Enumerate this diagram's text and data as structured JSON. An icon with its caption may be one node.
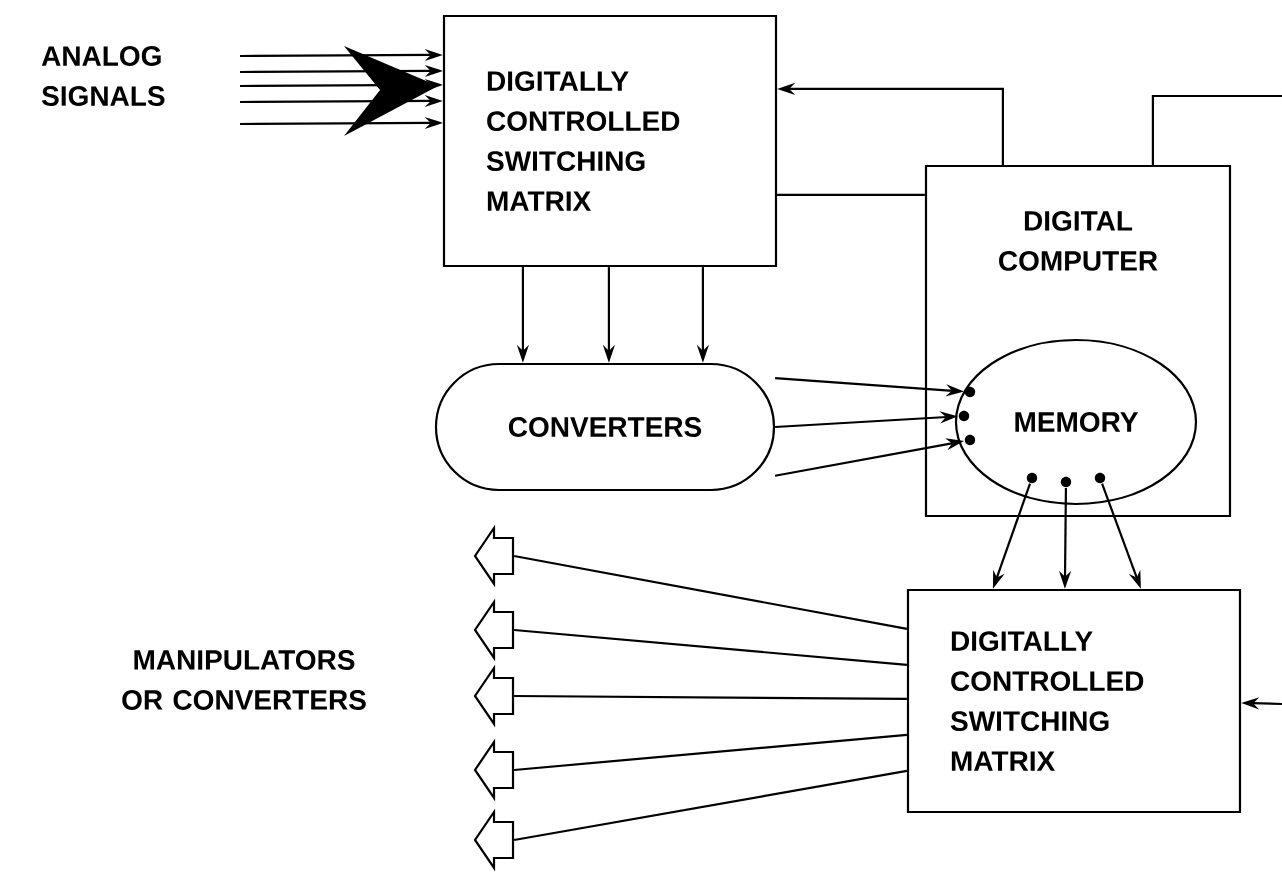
{
  "diagram": {
    "nodes": [
      {
        "text": [
          "DIGITALLY CONTROLLED SWITCHING MATRIX"
        ]
      },
      {
        "text": [
          "DIGITAL COMPUTER"
        ]
      },
      {
        "text": [
          "CONVERTERS"
        ]
      },
      {
        "text": [
          "MEMORY"
        ],
        "in": 1
      },
      {
        "text": [
          "DIGITALLY CONTROLLED SWITCHING MATRIX"
        ]
      },
      {
        "text": [],
        "shape": "pentagon"
      },
      {
        "text": [],
        "shape": "pentagon"
      },
      {
        "text": [],
        "shape": "pentagon"
      },
      {
        "text": [],
        "shape": "pentagon"
      },
      {
        "text": [],
        "shape": "pentagon"
      }
    ],
    "edges": [
      {
        "from": null,
        "to": 0,
        "arrow": "to"
      },
      {
        "from": null,
        "to": 0,
        "arrow": "to"
      },
      {
        "from": null,
        "to": 0,
        "arrow": "to"
      },
      {
        "from": null,
        "to": 0,
        "arrow": "to"
      },
      {
        "from": null,
        "to": 0,
        "arrow": "to"
      },
      {
        "from": 0,
        "to": 2,
        "arrow": "to"
      },
      {
        "from": 0,
        "to": 2,
        "arrow": "to"
      },
      {
        "from": 0,
        "to": 2,
        "arrow": "to"
      },
      {
        "from": 1,
        "to": 0,
        "arrow": "to"
      },
      {
        "from": 0,
        "to": 1,
        "arrow": "none"
      },
      {
        "from": 1,
        "to": null,
        "arrow": "none"
      },
      {
        "from": 2,
        "to": 3,
        "arrow": "to"
      },
      {
        "from": 2,
        "to": 3,
        "arrow": "to"
      },
      {
        "from": 2,
        "to": 3,
        "arrow": "to"
      },
      {
        "from": 3,
        "to": 4,
        "arrow": "to"
      },
      {
        "from": 3,
        "to": 4,
        "arrow": "to"
      },
      {
        "from": 3,
        "to": 4,
        "arrow": "to"
      },
      {
        "from": null,
        "to": 4,
        "arrow": "to"
      },
      {
        "from": 4,
        "to": 5,
        "arrow": "none"
      },
      {
        "from": 4,
        "to": 6,
        "arrow": "none"
      },
      {
        "from": 4,
        "to": 7,
        "arrow": "none"
      },
      {
        "from": 4,
        "to": 8,
        "arrow": "none"
      },
      {
        "from": 4,
        "to": 9,
        "arrow": "none"
      }
    ],
    "labels": [
      "ANALOG SIGNALS",
      "MANIPULATORS OR CONVERTERS"
    ]
  }
}
